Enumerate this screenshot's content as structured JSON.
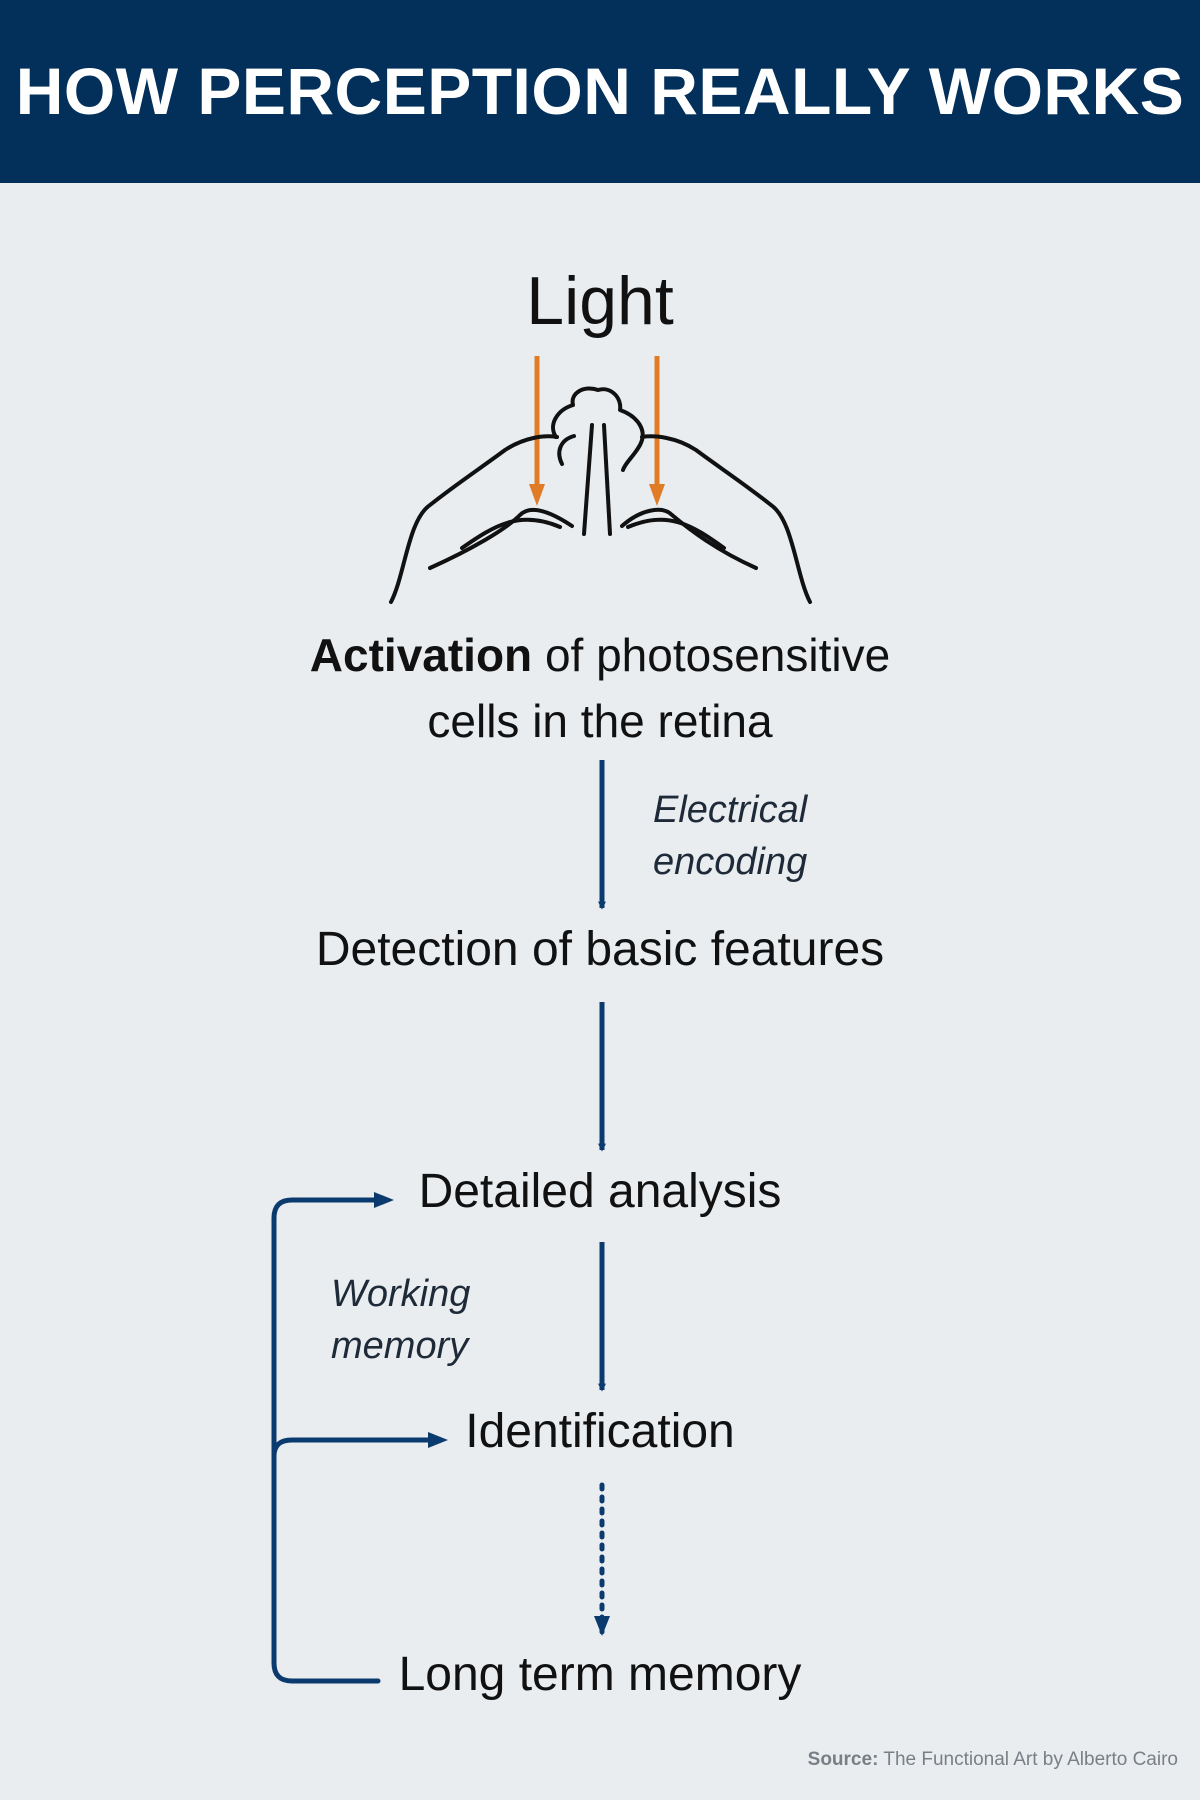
{
  "header": {
    "title": "HOW PERCEPTION REALLY WORKS"
  },
  "colors": {
    "header_bg": "#03305a",
    "background": "#e9edf0",
    "arrow_blue": "#0b3a6e",
    "light_arrow_orange": "#e07b26",
    "text": "#111111"
  },
  "diagram": {
    "light_label": "Light",
    "eye_icon": "eye-cross-section-icon",
    "activation": {
      "bold": "Activation",
      "rest_line1": " of photosensitive",
      "line2": "cells in the retina"
    },
    "electrical_encoding": {
      "line1": "Electrical",
      "line2": "encoding"
    },
    "detection": "Detection of basic features",
    "detailed_analysis": "Detailed analysis",
    "working_memory": {
      "line1": "Working",
      "line2": "memory"
    },
    "identification": "Identification",
    "long_term_memory": "Long term memory"
  },
  "source": {
    "label": "Source:",
    "text": " The Functional Art by Alberto Cairo"
  }
}
